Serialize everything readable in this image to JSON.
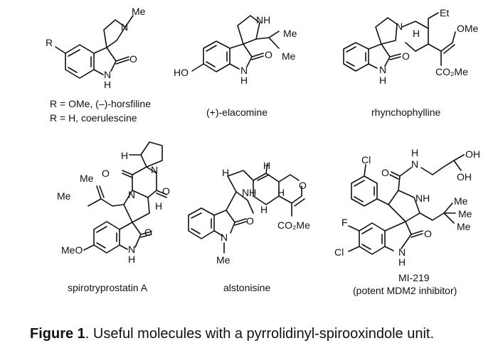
{
  "molecules": {
    "horsfiline": {
      "line1": "R = OMe, (–)-horsfiline",
      "line2": "R = H, coerulescine",
      "atoms": {
        "r": "R",
        "n_ring": "N",
        "me": "Me",
        "o": "O",
        "n_lactam": "N",
        "h": "H"
      }
    },
    "elacomine": {
      "name": "(+)-elacomine",
      "atoms": {
        "nh": "NH",
        "me1": "Me",
        "me2": "Me",
        "ho": "HO",
        "o": "O",
        "n_lactam": "N",
        "h": "H"
      }
    },
    "rhynchophylline": {
      "name": "rhynchophylline",
      "atoms": {
        "n": "N",
        "h_ring": "H",
        "et": "Et",
        "ome": "OMe",
        "o": "O",
        "co2me": "CO₂Me",
        "n_lactam": "N",
        "h": "H"
      }
    },
    "spirotryprostatin": {
      "name": "spirotryprostatin A",
      "atoms": {
        "h1": "H",
        "n1": "N",
        "o1": "O",
        "me1": "Me",
        "me2": "Me",
        "n2": "N",
        "o2": "O",
        "h2": "H",
        "o3": "O",
        "meo": "MeO",
        "n_lactam": "N",
        "h": "H"
      }
    },
    "alstonisine": {
      "name": "alstonisine",
      "atoms": {
        "h1": "H",
        "h2": "H",
        "nh": "NH",
        "h3": "H",
        "o_ring": "O",
        "h4": "H",
        "o": "O",
        "co2me": "CO₂Me",
        "n": "N",
        "me": "Me"
      }
    },
    "mi219": {
      "name1": "MI-219",
      "name2": "(potent MDM2 inhibitor)",
      "atoms": {
        "cl1": "Cl",
        "h_amide": "H",
        "n_amide": "N",
        "oh1": "OH",
        "oh2": "OH",
        "o_amide": "O",
        "nh": "NH",
        "me1": "Me",
        "me2": "Me",
        "me3": "Me",
        "f": "F",
        "cl2": "Cl",
        "o": "O",
        "n_lactam": "N",
        "h": "H"
      }
    }
  },
  "caption": {
    "label": "Figure 1",
    "text": ". Useful molecules with a pyrrolidinyl-spirooxindole unit."
  }
}
